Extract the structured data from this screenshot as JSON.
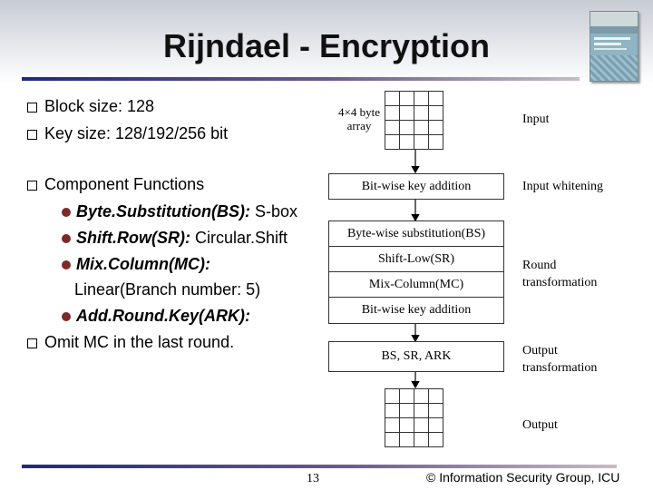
{
  "slide": {
    "title": "Rijndael - Encryption",
    "page_number": "13",
    "copyright": "© Information Security Group, ICU"
  },
  "bullets": {
    "block_size": "Block size: 128",
    "key_size": "Key size: 128/192/256 bit",
    "component_functions": "Component Functions",
    "bs_name": "Byte.Substitution(BS):",
    "bs_desc": " S-box",
    "sr_name": "Shift.Row(SR):",
    "sr_desc": "  Circular.Shift",
    "mc_name": "Mix.Column(MC):",
    "mc_desc": "Linear(Branch number: 5)",
    "ark_name": "Add.Round.Key(ARK):",
    "omit_mc": "Omit MC in the last round."
  },
  "diagram": {
    "array_label": "4×4 byte array",
    "input_label": "Input",
    "whitening_box": "Bit-wise key addition",
    "whitening_label": "Input whitening",
    "round_boxes": [
      "Byte-wise substitution(BS)",
      "Shift-Low(SR)",
      "Mix-Column(MC)",
      "Bit-wise key addition"
    ],
    "round_label": "Round transformation",
    "output_box": "BS, SR, ARK",
    "output_transform_label": "Output transformation",
    "output_label": "Output"
  },
  "colors": {
    "band_top": "#c7cbd3",
    "rule_start": "#1f2a7a",
    "rule_mid": "#6c5a8f",
    "rule_end": "#c7bcc4",
    "bullet_dot": "#7b2a2a"
  }
}
